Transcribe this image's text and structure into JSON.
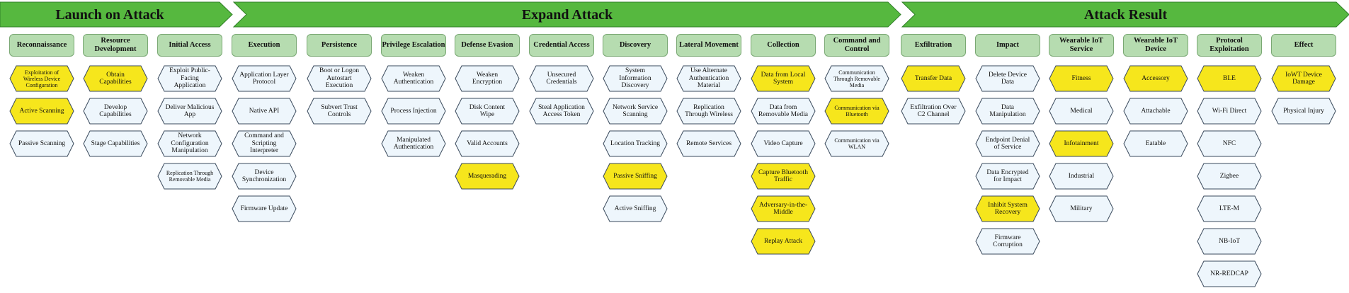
{
  "colors": {
    "arrow_fill": "#56b83f",
    "arrow_stroke": "#2f7f27",
    "header_fill": "#b6dcb0",
    "item_fill": "#eef6fc",
    "item_highlight": "#f6e61c",
    "item_stroke": "#3a4a5c"
  },
  "phases": [
    {
      "label": "Launch on Attack"
    },
    {
      "label": "Expand Attack"
    },
    {
      "label": "Attack Result"
    }
  ],
  "columns": [
    {
      "header": "Reconnaissance",
      "items": [
        {
          "text": "Exploitation of Wireless Device Configuration",
          "highlight": true,
          "small": true
        },
        {
          "text": "Active Scanning",
          "highlight": true
        },
        {
          "text": "Passive Scanning"
        }
      ]
    },
    {
      "header": "Resource Development",
      "items": [
        {
          "text": "Obtain Capabilities",
          "highlight": true
        },
        {
          "text": "Develop Capabilities"
        },
        {
          "text": "Stage Capabilities"
        }
      ]
    },
    {
      "header": "Initial Access",
      "items": [
        {
          "text": "Exploit Public-Facing Application"
        },
        {
          "text": "Deliver Malicious App"
        },
        {
          "text": "Network Configuration Manipulation"
        },
        {
          "text": "Replication Through Removable Media",
          "small": true
        }
      ]
    },
    {
      "header": "Execution",
      "items": [
        {
          "text": "Application Layer Protocol"
        },
        {
          "text": "Native API"
        },
        {
          "text": "Command and Scripting Interpreter"
        },
        {
          "text": "Device Synchronization"
        },
        {
          "text": "Firmware Update"
        }
      ]
    },
    {
      "header": "Persistence",
      "items": [
        {
          "text": "Boot or Logon Autostart Execution"
        },
        {
          "text": "Subvert Trust Controls"
        }
      ]
    },
    {
      "header": "Privilege Escalation",
      "items": [
        {
          "text": "Weaken Authentication"
        },
        {
          "text": "Process Injection"
        },
        {
          "text": "Manipulated Authentication"
        }
      ]
    },
    {
      "header": "Defense Evasion",
      "items": [
        {
          "text": "Weaken Encryption"
        },
        {
          "text": "Disk Content Wipe"
        },
        {
          "text": "Valid Accounts"
        },
        {
          "text": "Masquerading",
          "highlight": true
        }
      ]
    },
    {
      "header": "Credential Access",
      "items": [
        {
          "text": "Unsecured Credentials"
        },
        {
          "text": "Steal Application Access Token"
        }
      ]
    },
    {
      "header": "Discovery",
      "items": [
        {
          "text": "System Information Discovery"
        },
        {
          "text": "Network Service Scanning"
        },
        {
          "text": "Location Tracking"
        },
        {
          "text": "Passive Sniffing",
          "highlight": true
        },
        {
          "text": "Active Sniffing"
        }
      ]
    },
    {
      "header": "Lateral Movement",
      "items": [
        {
          "text": "Use Alternate Authentication Material"
        },
        {
          "text": "Replication Through Wireless"
        },
        {
          "text": "Remote Services"
        }
      ]
    },
    {
      "header": "Collection",
      "items": [
        {
          "text": "Data from Local System",
          "highlight": true
        },
        {
          "text": "Data from Removable Media"
        },
        {
          "text": "Video Capture"
        },
        {
          "text": "Capture Bluetooth Traffic",
          "highlight": true
        },
        {
          "text": "Adversary-in-the-Middle",
          "highlight": true
        },
        {
          "text": "Replay Attack",
          "highlight": true
        }
      ]
    },
    {
      "header": "Command and Control",
      "items": [
        {
          "text": "Communication Through Removable Media",
          "small": true
        },
        {
          "text": "Communication via Bluetooth",
          "highlight": true,
          "small": true
        },
        {
          "text": "Communication via WLAN",
          "small": true
        }
      ]
    },
    {
      "header": "Exfiltration",
      "items": [
        {
          "text": "Transfer Data",
          "highlight": true
        },
        {
          "text": "Exfiltration Over C2 Channel"
        }
      ]
    },
    {
      "header": "Impact",
      "items": [
        {
          "text": "Delete Device Data"
        },
        {
          "text": "Data Manipulation"
        },
        {
          "text": "Endpoint Denial of Service"
        },
        {
          "text": "Data Encrypted for Impact"
        },
        {
          "text": "Inhibit System Recovery",
          "highlight": true
        },
        {
          "text": "Firmware Corruption"
        }
      ]
    },
    {
      "header": "Wearable IoT Service",
      "items": [
        {
          "text": "Fitness",
          "highlight": true
        },
        {
          "text": "Medical"
        },
        {
          "text": "Infotainment",
          "highlight": true
        },
        {
          "text": "Industrial"
        },
        {
          "text": "Military"
        }
      ]
    },
    {
      "header": "Wearable IoT Device",
      "items": [
        {
          "text": "Accessory",
          "highlight": true
        },
        {
          "text": "Attachable"
        },
        {
          "text": "Eatable"
        }
      ]
    },
    {
      "header": "Protocol Exploitation",
      "items": [
        {
          "text": "BLE",
          "highlight": true
        },
        {
          "text": "Wi-Fi Direct"
        },
        {
          "text": "NFC"
        },
        {
          "text": "Zigbee"
        },
        {
          "text": "LTE-M"
        },
        {
          "text": "NB-IoT"
        },
        {
          "text": "NR-REDCAP"
        }
      ]
    },
    {
      "header": "Effect",
      "items": [
        {
          "text": "IoWT Device Damage",
          "highlight": true
        },
        {
          "text": "Physical Injury"
        }
      ]
    }
  ]
}
